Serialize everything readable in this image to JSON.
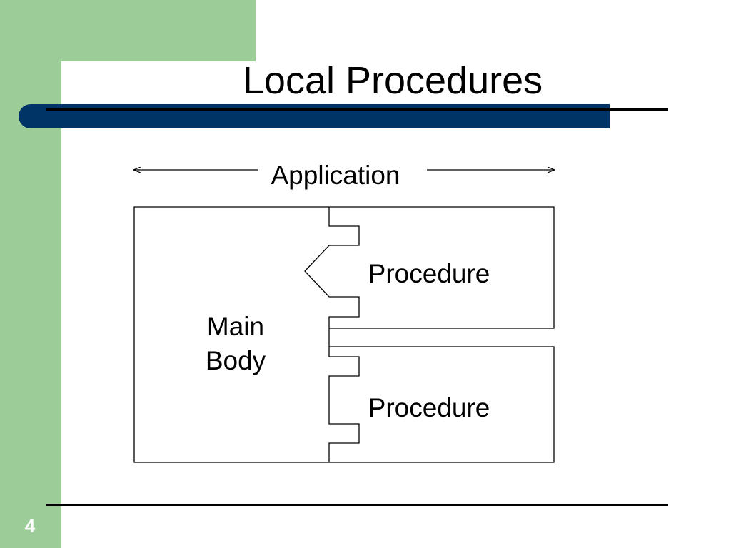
{
  "slide": {
    "title": "Local Procedures",
    "number": "4"
  },
  "diagram": {
    "span_label": "Application",
    "main_body_line1": "Main",
    "main_body_line2": "Body",
    "procedure_top_label": "Procedure",
    "procedure_bottom_label": "Procedure"
  },
  "colors": {
    "accent_green": "#9ccc98",
    "title_bar_navy": "#003366"
  }
}
